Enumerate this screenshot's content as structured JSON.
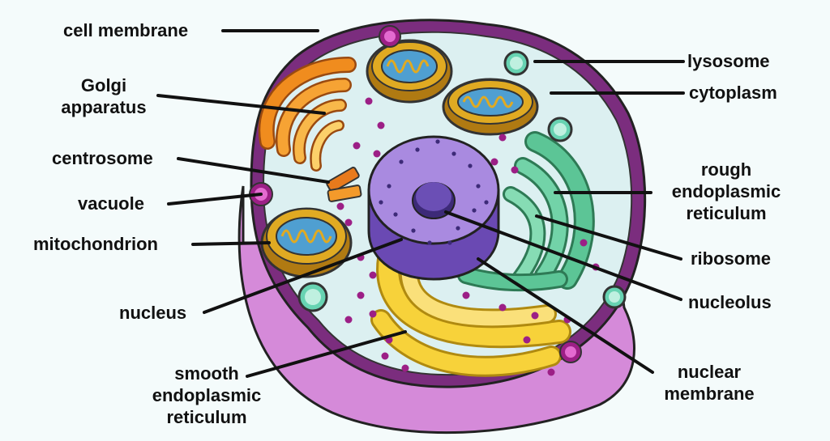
{
  "labels": {
    "cell_membrane": "cell membrane",
    "golgi": "Golgi\napparatus",
    "centrosome": "centrosome",
    "vacuole": "vacuole",
    "mitochondrion": "mitochondrion",
    "nucleus": "nucleus",
    "smooth_er": "smooth\nendoplasmic\nreticulum",
    "lysosome": "lysosome",
    "cytoplasm": "cytoplasm",
    "rough_er": "rough\nendoplasmic\nreticulum",
    "ribosome": "ribosome",
    "nucleolus": "nucleolus",
    "nuclear_membrane": "nuclear\nmembrane"
  },
  "colors": {
    "background": "#f4fbfb",
    "membrane": "#7b2d7e",
    "membrane_side": "#d58ad9",
    "cytoplasm": "#dcf0f1",
    "nucleus": "#a98ae0",
    "nucleus_side": "#6a49b3",
    "nucleolus": "#6b4fb5",
    "golgi": "#f08c1e",
    "mitochondria": "#e0aa22",
    "mitochondria_inner": "#4f9fd1",
    "rough_er": "#5cc596",
    "smooth_er": "#f7d23a",
    "lysosome": "#67d3b2",
    "vesicle": "#9c1f86",
    "line": "#111111"
  }
}
